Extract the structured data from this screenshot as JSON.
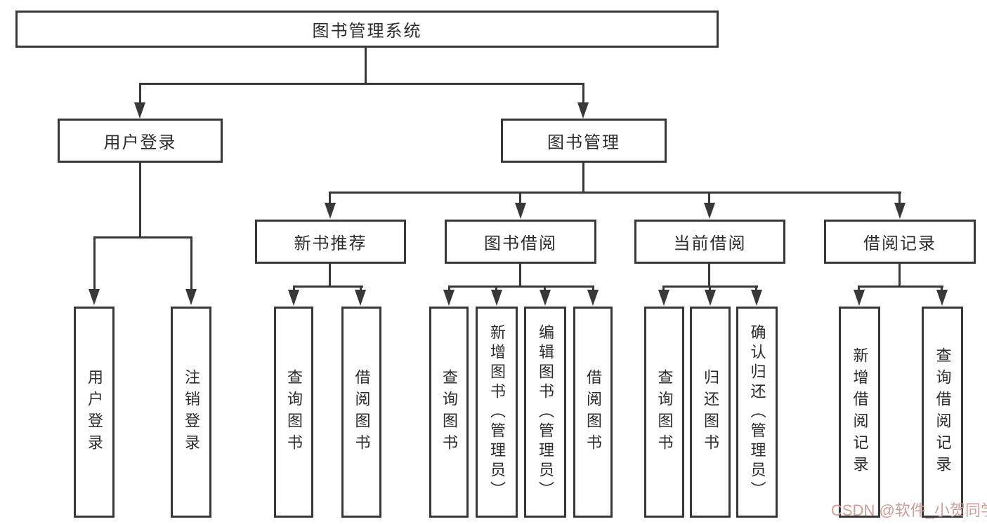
{
  "diagram": {
    "title": "图书管理系统",
    "nodes": {
      "root": "图书管理系统",
      "user_login": "用户登录",
      "book_mgmt": "图书管理",
      "new_book_rec": "新书推荐",
      "book_borrow": "图书借阅",
      "current_borrow": "当前借阅",
      "borrow_record": "借阅记录",
      "leaf_user_login": "用户登录",
      "leaf_logout": "注销登录",
      "leaf_nb_query": "查询图书",
      "leaf_nb_borrow": "借阅图书",
      "leaf_bb_query": "查询图书",
      "leaf_bb_add": "新增图书（管理员）",
      "leaf_bb_edit": "编辑图书（管理员）",
      "leaf_bb_borrow": "借阅图书",
      "leaf_cb_query": "查询图书",
      "leaf_cb_return": "归还图书",
      "leaf_cb_confirm": "确认归还（管理员）",
      "leaf_br_add": "新增借阅记录",
      "leaf_br_query": "查询借阅记录"
    }
  },
  "watermark": {
    "text": "CSDN @软件_小贺同学",
    "color": "#cf9e98"
  },
  "colors": {
    "line": "#383838",
    "background": "#ffffff",
    "box_fill": "#ffffff"
  }
}
